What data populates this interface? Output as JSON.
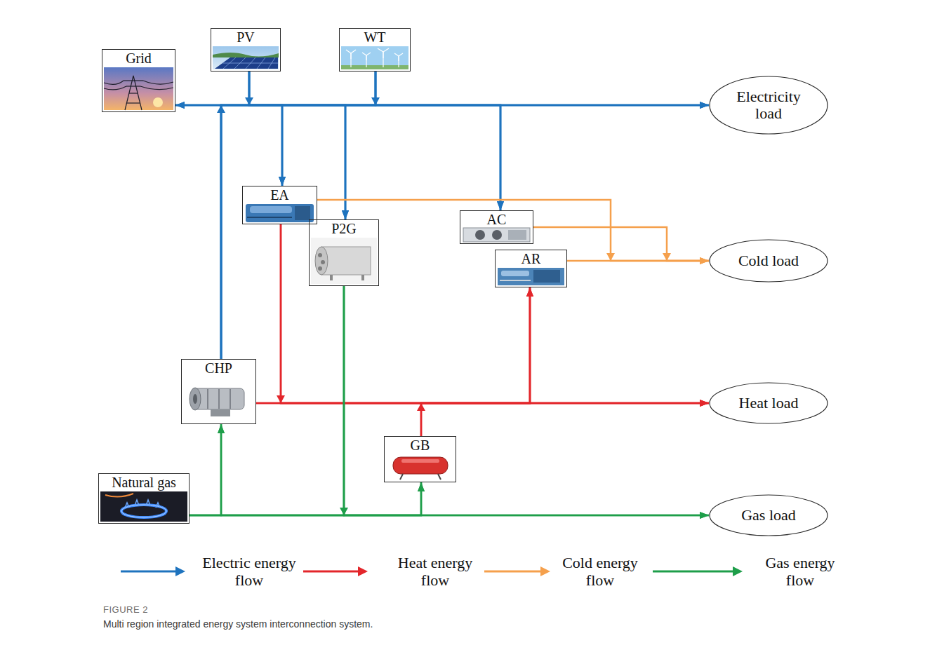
{
  "diagram": {
    "caption": "Multi region integrated energy system interconnection system.",
    "nodes": [
      {
        "text": [
          "PV"
        ]
      },
      {
        "text": [
          "WT"
        ]
      },
      {
        "text": [
          "Grid"
        ]
      },
      {
        "text": [
          "Electricity load"
        ]
      },
      {
        "text": [
          "AC"
        ]
      },
      {
        "text": [
          "EA"
        ]
      },
      {
        "text": [
          "P2G"
        ]
      },
      {
        "text": [
          "AR"
        ]
      },
      {
        "text": [
          "Cold load"
        ]
      },
      {
        "text": [
          "CHP"
        ]
      },
      {
        "text": [
          "Heat load"
        ]
      },
      {
        "text": [
          "GB"
        ]
      },
      {
        "text": [
          "Natural gas"
        ]
      },
      {
        "text": [
          "Gas load"
        ]
      }
    ],
    "edges": [
      {
        "from": 0,
        "to": 2,
        "arrow": "to"
      },
      {
        "from": 0,
        "to": 3,
        "arrow": "to"
      },
      {
        "from": 0,
        "to": 5,
        "arrow": "to"
      },
      {
        "from": 0,
        "to": 6,
        "arrow": "to"
      },
      {
        "from": 0,
        "to": 4,
        "arrow": "to"
      },
      {
        "from": 1,
        "to": 2,
        "arrow": "to"
      },
      {
        "from": 1,
        "to": 3,
        "arrow": "to"
      },
      {
        "from": 1,
        "to": 5,
        "arrow": "to"
      },
      {
        "from": 1,
        "to": 6,
        "arrow": "to"
      },
      {
        "from": 1,
        "to": 4,
        "arrow": "to"
      },
      {
        "from": 9,
        "to": 2,
        "arrow": "to"
      },
      {
        "from": 9,
        "to": 3,
        "arrow": "to"
      },
      {
        "from": 9,
        "to": 5,
        "arrow": "to"
      },
      {
        "from": 9,
        "to": 6,
        "arrow": "to"
      },
      {
        "from": 9,
        "to": 4,
        "arrow": "to"
      },
      {
        "from": 9,
        "to": 10,
        "arrow": "to"
      },
      {
        "from": 9,
        "to": 7,
        "arrow": "to"
      },
      {
        "from": 5,
        "to": 10,
        "arrow": "to"
      },
      {
        "from": 5,
        "to": 7,
        "arrow": "to"
      },
      {
        "from": 11,
        "to": 10,
        "arrow": "to"
      },
      {
        "from": 11,
        "to": 7,
        "arrow": "to"
      },
      {
        "from": 5,
        "to": 8,
        "arrow": "to"
      },
      {
        "from": 4,
        "to": 8,
        "arrow": "to"
      },
      {
        "from": 7,
        "to": 8,
        "arrow": "to"
      },
      {
        "from": 12,
        "to": 9,
        "arrow": "to"
      },
      {
        "from": 12,
        "to": 11,
        "arrow": "to"
      },
      {
        "from": 12,
        "to": 13,
        "arrow": "to"
      },
      {
        "from": 6,
        "to": 9,
        "arrow": "to"
      },
      {
        "from": 6,
        "to": 11,
        "arrow": "to"
      },
      {
        "from": 6,
        "to": 13,
        "arrow": "to"
      }
    ],
    "labels": [
      "FIGURE 2"
    ],
    "legend": [
      {
        "text": "Electric energy flow"
      },
      {
        "text": "Heat energy flow"
      },
      {
        "text": "Cold energy flow"
      },
      {
        "text": "Gas energy flow"
      }
    ]
  }
}
